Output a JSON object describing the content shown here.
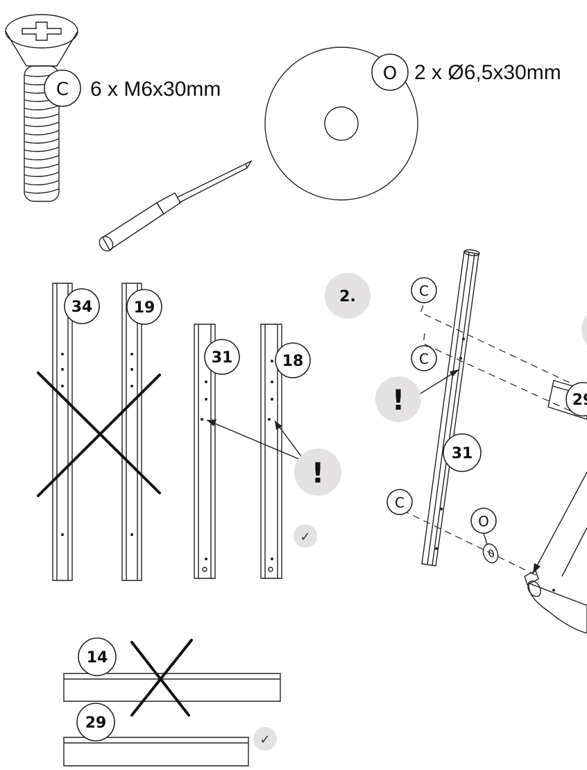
{
  "hardware": {
    "screw": {
      "letter": "C",
      "spec": "6 x M6x30mm",
      "icon": "screw-icon"
    },
    "washer": {
      "letter": "O",
      "spec": "2 x Ø6,5x30mm",
      "icon": "washer-icon"
    },
    "tool": "screwdriver-icon"
  },
  "legs": {
    "wrong": [
      {
        "label": "34"
      },
      {
        "label": "19"
      }
    ],
    "right": [
      {
        "label": "31"
      },
      {
        "label": "18"
      }
    ],
    "attention": "!",
    "check": "✓"
  },
  "rails": {
    "wrong": {
      "label": "14"
    },
    "right": {
      "label": "29"
    },
    "check": "✓"
  },
  "step2": {
    "step_label": "2.",
    "screw_letter": "C",
    "washer_letter": "O",
    "leg_label": "31",
    "rail_label": "29",
    "attention": "!"
  },
  "colors": {
    "ink": "#111111",
    "callout_grey": "#e3e1e1",
    "background": "#ffffff"
  }
}
